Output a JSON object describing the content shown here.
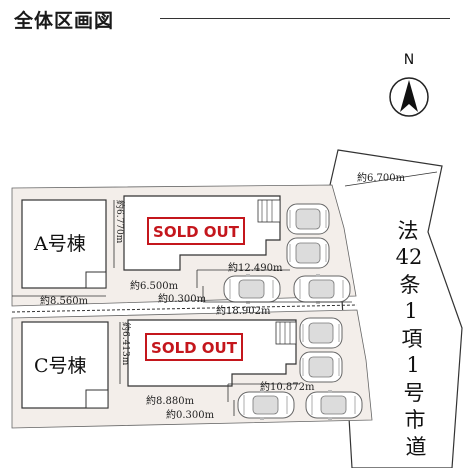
{
  "header": {
    "title": "全体区画図"
  },
  "north": {
    "label": "N"
  },
  "lots": [
    {
      "building": "A号棟",
      "status": "SOLD OUT"
    },
    {
      "building": "C号棟",
      "status": "SOLD OUT"
    }
  ],
  "dimensions": {
    "road_width": "約6.700m",
    "a_vertical": "約6.770m",
    "a_frontage_1": "約12.490m",
    "a_frontage_2": "約6.500m",
    "a_gap": "約0.300m",
    "a_frontage_3": "約18.902m",
    "a_lot_width": "約8.560m",
    "c_vertical": "約6.413m",
    "c_frontage_1": "約10.872m",
    "c_frontage_2": "約8.880m",
    "c_gap": "約0.300m"
  },
  "road_label": [
    "法",
    "42",
    "条",
    "1",
    "項",
    "1",
    "号",
    "市",
    "道"
  ],
  "colors": {
    "site": "#f3eeea",
    "accent": "#c4161c",
    "line": "#333333"
  }
}
